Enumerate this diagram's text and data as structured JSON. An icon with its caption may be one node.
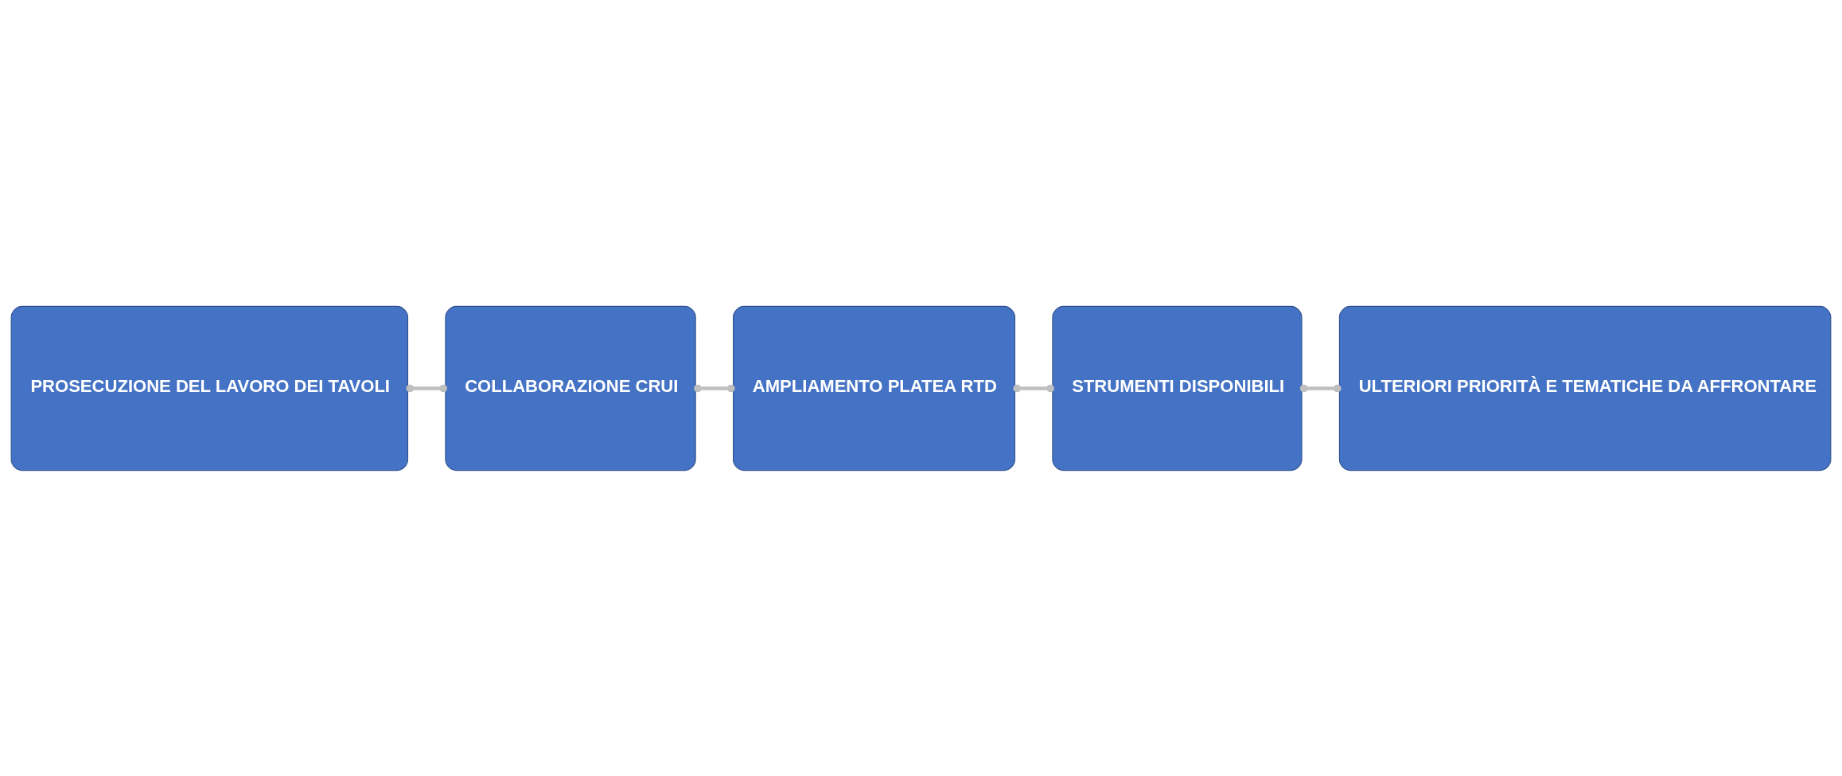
{
  "diagram": {
    "nodes": [
      {
        "text": [
          "PROSECUZIONE DEL LAVORO DEI TAVOLI"
        ]
      },
      {
        "text": [
          "COLLABORAZIONE CRUI"
        ]
      },
      {
        "text": [
          "AMPLIAMENTO PLATEA RTD"
        ]
      },
      {
        "text": [
          "STRUMENTI DISPONIBILI"
        ]
      },
      {
        "text": [
          "ULTERIORI PRIORITÀ E TEMATICHE DA AFFRONTARE"
        ]
      }
    ],
    "edges": [
      {
        "from": 0,
        "to": 1,
        "arrow": "other"
      },
      {
        "from": 1,
        "to": 2,
        "arrow": "other"
      },
      {
        "from": 2,
        "to": 3,
        "arrow": "other"
      },
      {
        "from": 3,
        "to": 4,
        "arrow": "other"
      }
    ]
  }
}
